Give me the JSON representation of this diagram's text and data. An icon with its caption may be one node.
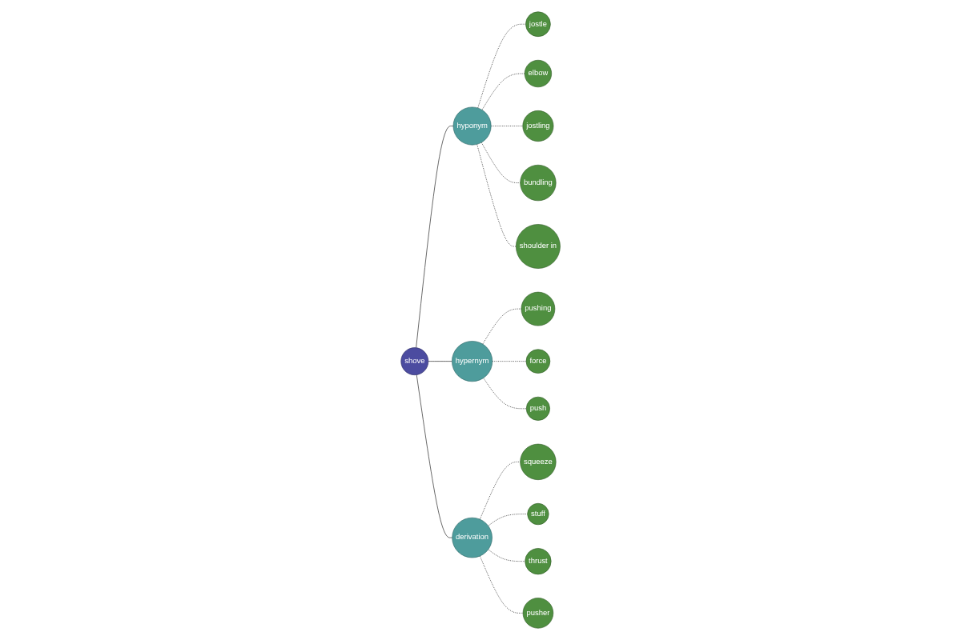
{
  "diagram": {
    "nodes": [
      {
        "text": [
          "shove"
        ]
      },
      {
        "text": [
          "hyponym"
        ]
      },
      {
        "text": [
          "jostle"
        ]
      },
      {
        "text": [
          "elbow"
        ]
      },
      {
        "text": [
          "jostling"
        ]
      },
      {
        "text": [
          "bundling"
        ]
      },
      {
        "text": [
          "shoulder in"
        ]
      },
      {
        "text": [
          "hypernym"
        ]
      },
      {
        "text": [
          "pushing"
        ]
      },
      {
        "text": [
          "force"
        ]
      },
      {
        "text": [
          "push"
        ]
      },
      {
        "text": [
          "derivation"
        ]
      },
      {
        "text": [
          "squeeze"
        ]
      },
      {
        "text": [
          "stuff"
        ]
      },
      {
        "text": [
          "thrust"
        ]
      },
      {
        "text": [
          "pusher"
        ]
      }
    ],
    "edges": [
      {
        "from": 0,
        "to": 1,
        "arrow": "none"
      },
      {
        "from": 0,
        "to": 7,
        "arrow": "none"
      },
      {
        "from": 0,
        "to": 11,
        "arrow": "none"
      },
      {
        "from": 1,
        "to": 2,
        "arrow": "none",
        "style": "dashed"
      },
      {
        "from": 1,
        "to": 3,
        "arrow": "none",
        "style": "dashed"
      },
      {
        "from": 1,
        "to": 4,
        "arrow": "none",
        "style": "dashed"
      },
      {
        "from": 1,
        "to": 5,
        "arrow": "none",
        "style": "dashed"
      },
      {
        "from": 1,
        "to": 6,
        "arrow": "none",
        "style": "dashed"
      },
      {
        "from": 7,
        "to": 8,
        "arrow": "none",
        "style": "dashed"
      },
      {
        "from": 7,
        "to": 9,
        "arrow": "none",
        "style": "dashed"
      },
      {
        "from": 7,
        "to": 10,
        "arrow": "none",
        "style": "dashed"
      },
      {
        "from": 11,
        "to": 12,
        "arrow": "none",
        "style": "dashed"
      },
      {
        "from": 11,
        "to": 13,
        "arrow": "none",
        "style": "dashed"
      },
      {
        "from": 11,
        "to": 14,
        "arrow": "none",
        "style": "dashed"
      },
      {
        "from": 11,
        "to": 15,
        "arrow": "none",
        "style": "dashed"
      }
    ]
  }
}
